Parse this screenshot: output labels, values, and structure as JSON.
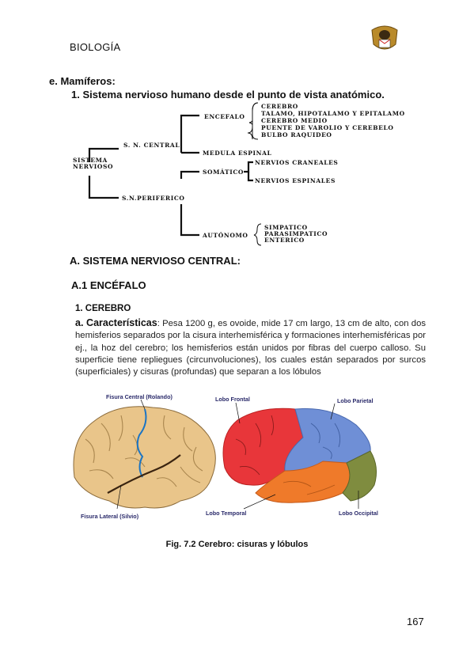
{
  "header": {
    "title": "BIOLOGÍA"
  },
  "section_e": {
    "label": "e. Mamíferos:",
    "item": "1.   Sistema nervioso humano desde el punto de vista anatómico."
  },
  "diagram": {
    "root": "SISTEMA NERVIOSO",
    "snc": "S. N. CENTRAL",
    "snp": "S.N.PERIFERICO",
    "encefalo": "ENCEFALO",
    "encefalo_items": [
      "CEREBRO",
      "TALAMO, HIPOTALAMO Y EPITALAMO",
      "CEREBRO MEDIO",
      "PUENTE DE VAROLIO Y CEREBELO",
      "BULBO RAQUIDEO"
    ],
    "medula": "MEDULA ESPINAL",
    "somatico": "SOMÁTICO",
    "somatico_items": [
      "NERVIOS CRANEALES",
      "NERVIOS ESPINALES"
    ],
    "autonomo": "AUTÓNOMO",
    "autonomo_items": [
      "SIMPATICO",
      "PARASIMPATICO",
      "ENTERICO"
    ]
  },
  "section_a": {
    "title": "A. SISTEMA NERVIOSO CENTRAL:",
    "a1": "A.1 ENCÉFALO",
    "item1": "1. CEREBRO",
    "para_lead": "a. Características",
    "para_text": ": Pesa 1200 g, es ovoide, mide 17 cm largo, 13 cm de alto, con dos hemisferios separados por la cisura interhemisférica y formaciones interhemisféricas por ej., la hoz del cerebro; los hemisferios están unidos por fibras del cuerpo calloso. Su superficie tiene repliegues (circunvoluciones), los cuales están separados por surcos (superficiales) y cisuras (profundas) que separan a los lóbulos"
  },
  "figure": {
    "labels": {
      "central": "Fisura Central (Rolando)",
      "lateral": "Fisura Lateral (Silvio)",
      "frontal": "Lobo Frontal",
      "parietal": "Lobo Parietal",
      "temporal": "Lobo Temporal",
      "occipital": "Lobo Occipital"
    },
    "colors": {
      "frontal": "#e8363a",
      "parietal": "#6f8fd6",
      "temporal": "#ef7a2a",
      "occipital": "#7f8c3f",
      "brain_base": "#e9c58a"
    },
    "caption": "Fig. 7.2 Cerebro: cisuras y lóbulos"
  },
  "page_number": "167"
}
